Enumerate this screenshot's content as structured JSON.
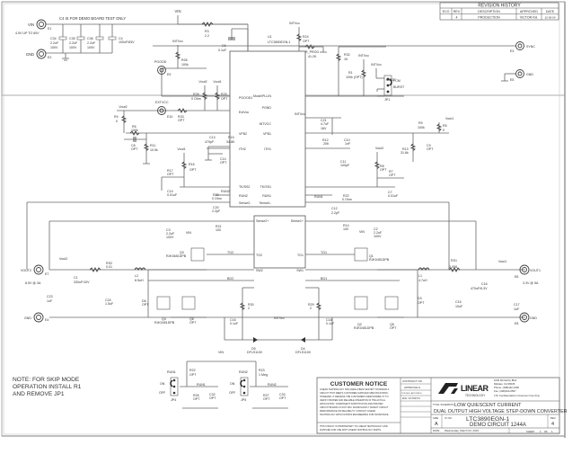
{
  "revision_history": {
    "title": "REVISION HISTORY",
    "headers": [
      "ECO",
      "REV",
      "DESCRIPTION",
      "APPROVED",
      "DATE"
    ],
    "rows": [
      [
        "",
        "4",
        "PRODUCTION",
        "VICTOR KH.",
        "10-05-09"
      ]
    ]
  },
  "input": {
    "vin_label": "VIN",
    "vin_terminal": "E1",
    "vin_spec": "4.5V UP TO 60V",
    "gnd_label": "GND",
    "gnd_terminal": "E2",
    "cap_note": "C4 IS FOR DEMO BOARD TEST ONLY",
    "caps": [
      {
        "ref": "C34",
        "value": "2.2uF",
        "rating": "100V"
      },
      {
        "ref": "C35",
        "value": "2.2uF",
        "rating": "100V"
      },
      {
        "ref": "C36",
        "value": "2.2uF",
        "rating": "100V"
      },
      {
        "ref": "C4",
        "value": "100uF/63V",
        "rating": ""
      }
    ]
  },
  "ic": {
    "ref": "U1",
    "part": "LTC3890EGN-1",
    "pins_left": [
      {
        "num": "27",
        "name": "PGOOD1"
      },
      {
        "num": "20",
        "name": "ExtVcc"
      },
      {
        "num": "12",
        "name": "VFB2"
      },
      {
        "num": "13",
        "name": "ITH2"
      },
      {
        "num": "14",
        "name": "TK/SS2"
      },
      {
        "num": "9",
        "name": "RUN2"
      },
      {
        "num": "10",
        "name": "Sense2-"
      },
      {
        "num": "11",
        "name": "Sense2+"
      },
      {
        "num": "15",
        "name": "TG2"
      },
      {
        "num": "16",
        "name": "SW2"
      },
      {
        "num": "18",
        "name": "BG2"
      },
      {
        "num": "17",
        "name": "Boost2"
      }
    ],
    "pins_right": [
      {
        "num": "6",
        "name": "Mode/PLLIN"
      },
      {
        "num": "21",
        "name": "PGND"
      },
      {
        "num": "19",
        "name": "INTVCC"
      },
      {
        "num": "2",
        "name": "VFB1"
      },
      {
        "num": "1",
        "name": "ITH1"
      },
      {
        "num": "28",
        "name": "TK/SS1"
      },
      {
        "num": "8",
        "name": "RUN1"
      },
      {
        "num": "4",
        "name": "Sense1-"
      },
      {
        "num": "3",
        "name": "Sense1+"
      },
      {
        "num": "26",
        "name": "TG1"
      },
      {
        "num": "25",
        "name": "SW1"
      },
      {
        "num": "23",
        "name": "BG1"
      },
      {
        "num": "24",
        "name": "Boost1"
      }
    ],
    "top_pins": [
      {
        "num": "24",
        "name": "VIN"
      },
      {
        "num": "5",
        "name": "FREQ"
      }
    ],
    "bottom_pin": {
      "name": "SGND"
    }
  },
  "labels": {
    "vin": "VIN",
    "intvcc": "INTVcc",
    "vout1": "Vout1",
    "vout2": "Vout2",
    "run1": "RUN1",
    "run2": "RUN2",
    "tg1": "TG1",
    "tg2": "TG2",
    "bg1": "BG1",
    "bg2": "BG2"
  },
  "components": {
    "R3": {
      "ref": "R3",
      "value": "2.2"
    },
    "C6": {
      "ref": "C6",
      "value": "0.1uF"
    },
    "R24": {
      "ref": "R24",
      "value": "OPT"
    },
    "RPROG": {
      "ref": "R_PROG",
      "value": "41.2K"
    },
    "R32": {
      "ref": "R32",
      "value": "1K"
    },
    "R1": {
      "ref": "R1",
      "value": "100k (OPT)"
    },
    "R26": {
      "ref": "R26",
      "value": "100k"
    },
    "R28": {
      "ref": "R28",
      "value": "0 Ohm"
    },
    "R25": {
      "ref": "R25",
      "value": "OPT"
    },
    "R33": {
      "ref": "R33",
      "value": "OPT"
    },
    "C21": {
      "ref": "C21",
      "value": "4.7uF",
      "rating": "16V"
    },
    "R4": {
      "ref": "R4",
      "value": "0"
    },
    "R6": {
      "ref": "R6",
      "value": "100k"
    },
    "C8": {
      "ref": "C8",
      "value": "OPT"
    },
    "R11": {
      "ref": "R11",
      "value": "10.5k"
    },
    "C13": {
      "ref": "C13",
      "value": "470pF"
    },
    "R15": {
      "ref": "R15",
      "value": "34.8K"
    },
    "C14": {
      "ref": "C14",
      "value": "OPT"
    },
    "R16": {
      "ref": "R16",
      "value": "OPT"
    },
    "R17": {
      "ref": "R17",
      "value": "OPT"
    },
    "C19": {
      "ref": "C19",
      "value": "0.01uF"
    },
    "R20": {
      "ref": "R20",
      "value": "0 Ohm"
    },
    "C20": {
      "ref": "C20",
      "value": "2.2pF"
    },
    "R21": {
      "ref": "R21",
      "value": "100"
    },
    "C3": {
      "ref": "C3",
      "value": "2.2uF",
      "rating": "100V"
    },
    "Q3": {
      "ref": "Q3",
      "value": "RJK0651DPB"
    },
    "R12": {
      "ref": "R12",
      "value": "20K"
    },
    "C10": {
      "ref": "C10",
      "value": "1nF"
    },
    "C11": {
      "ref": "C11",
      "value": "100pF"
    },
    "R8": {
      "ref": "R8",
      "value": "OPT"
    },
    "R7": {
      "ref": "R7",
      "value": "OPT"
    },
    "C7": {
      "ref": "C7",
      "value": "0.01uF"
    },
    "R9": {
      "ref": "R9",
      "value": "100k"
    },
    "C9": {
      "ref": "C9",
      "value": "OPT"
    },
    "R5": {
      "ref": "R5",
      "value": "0"
    },
    "R13": {
      "ref": "R13",
      "value": "31.6k"
    },
    "R22b": {
      "ref": "R22",
      "value": "0 Ohm"
    },
    "C12": {
      "ref": "C12",
      "value": "2.2pF"
    },
    "R14": {
      "ref": "R14",
      "value": "100"
    },
    "C2": {
      "ref": "C2",
      "value": "2.2uF",
      "rating": "100V"
    },
    "Q1": {
      "ref": "Q1",
      "value": "RJK0451DPB"
    },
    "Q2": {
      "ref": "Q2",
      "value": "RJK0451DPB"
    },
    "Q5": {
      "ref": "Q5",
      "value": "OPT"
    },
    "Q4": {
      "ref": "Q4",
      "value": "RJK0451DPB"
    },
    "Q6": {
      "ref": "Q6",
      "value": "OPT"
    },
    "R30": {
      "ref": "R30",
      "value": "2"
    },
    "R29": {
      "ref": "R29",
      "value": "2"
    },
    "C16": {
      "ref": "C16",
      "value": "0.1uF"
    },
    "C18": {
      "ref": "C18",
      "value": "0.1uF"
    },
    "D5": {
      "ref": "D5",
      "value": "DFLS1100"
    },
    "D4": {
      "ref": "D4",
      "value": "DFLS1100"
    },
    "RS2": {
      "ref": "RS2",
      "value": "0.01"
    },
    "L2": {
      "ref": "L2",
      "value": "8.5uH"
    },
    "D6": {
      "ref": "D6",
      "value": "OPT"
    },
    "C1": {
      "ref": "C1",
      "value": "330uF/10V"
    },
    "C23": {
      "ref": "C23",
      "value": "1uF"
    },
    "C24": {
      "ref": "C24",
      "value": "1.5uF"
    },
    "RS1": {
      "ref": "RS1",
      "value": "0.008"
    },
    "L1": {
      "ref": "L1",
      "value": "4.7uH"
    },
    "D3": {
      "ref": "D3",
      "value": "OPT"
    },
    "C15": {
      "ref": "C15",
      "value": "10uF"
    },
    "C16o": {
      "ref": "C16",
      "value": "470uF/6.3V"
    },
    "C17": {
      "ref": "C17",
      "value": "1uF"
    },
    "R22": {
      "ref": "R22",
      "value": "OPT"
    },
    "R23": {
      "ref": "R23",
      "value": "1 Meg"
    },
    "R26b": {
      "ref": "R26",
      "value": "OPT"
    },
    "C32": {
      "ref": "C32",
      "value": "OPT"
    },
    "R27": {
      "ref": "R27",
      "value": "OPT"
    },
    "C33": {
      "ref": "C33",
      "value": "OPT"
    }
  },
  "terminals": {
    "pgood": {
      "label": "PGOOD",
      "ref": "E9"
    },
    "extvcc": {
      "label": "EXTVCC",
      "ref": "E10"
    },
    "sync": {
      "label": "SYNC",
      "ref": "E3"
    },
    "gnd_sync": {
      "label": "GND",
      "ref": "E5"
    },
    "vout2": {
      "label": "VOUT2",
      "ref": "E7",
      "spec": "8.5V @ 3A"
    },
    "gnd2": {
      "label": "GND",
      "ref": "E4"
    },
    "vout1": {
      "label": "VOUT1",
      "ref": "E6",
      "spec": "3.3V @ 5A"
    },
    "gnd1": {
      "label": "GND",
      "ref": "E8"
    }
  },
  "jumpers": {
    "jp1": {
      "ref": "JP1",
      "label": "MODE",
      "opt1": "FCM",
      "opt2": "BURST"
    },
    "jp4": {
      "ref": "JP4",
      "label": "RUN1",
      "on": "ON",
      "off": "OFF"
    },
    "jp5": {
      "ref": "JP5",
      "label": "RUN2",
      "on": "ON",
      "off": "OFF"
    }
  },
  "note": [
    "NOTE:  FOR SKIP MODE",
    "OPERATION INSTALL R1",
    "AND REMOVE JP1"
  ],
  "title_block": {
    "notice_title": "CUSTOMER NOTICE",
    "notice_body": [
      "LINEAR TECHNOLOGY HAS MADE A BEST EFFORT TO DESIGN A",
      "CIRCUIT THAT MEETS CUSTOMER-SUPPLIED SPECIFICATIONS;",
      "HOWEVER, IT REMAINS THE CUSTOMER'S RESPONSIBILITY TO",
      "VERIFY PROPER AND RELIABLE OPERATION IN THE ACTUAL",
      "APPLICATION.  COMPONENT SUBSTITUTION AND PRINTED",
      "CIRCUIT BOARD LAYOUT MAY SIGNIFICANTLY AFFECT CIRCUIT",
      "PERFORMANCE OR RELIABILITY.  CONTACT LINEAR",
      "TECHNOLOGY APPLICATIONS ENGINEERING FOR ASSISTANCE."
    ],
    "proprietary": [
      "THIS CIRCUIT IS PROPRIETARY TO LINEAR TECHNOLOGY AND",
      "SUPPLIED FOR USE WITH LINEAR TECHNOLOGY PARTS."
    ],
    "contract_no": "CONTRACT NO.",
    "approvals": "APPROVALS",
    "pcb_des": "PCB DES.  ANTONIN K.",
    "eng": "ENG.   VICTOR KH.",
    "company": "LINEAR",
    "company_sub": "TECHNOLOGY",
    "address": [
      "1630 McCarthy Blvd.",
      "Milpitas, CA 95035",
      "Phone: (408)432-1900",
      "Fax: (408)434-0507",
      "LTC Confidential-For Customer Use Only"
    ],
    "title_label": "TITLE: SCHEMATIC",
    "title1": "LOW QUIESCENT CURRENT",
    "title2": "DUAL OUTPUT HIGH VOLTAGE STEP-DOWN CONVERTER",
    "size_label": "SIZE",
    "size": "A",
    "ic_no_label": "IC NO.",
    "ic_no": "LTC3890EGN-1",
    "demo": "DEMO CIRCUIT 1244A",
    "rev_label": "REV",
    "rev": "4",
    "date_label": "DATE:",
    "date": "Wednesday, March 03, 2010",
    "sheet_label": "SHEET",
    "sheet": "1",
    "of_label": "OF",
    "of": "1"
  }
}
